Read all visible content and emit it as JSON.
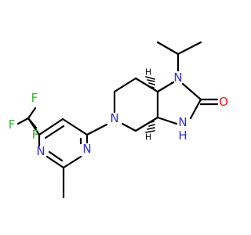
{
  "structure": {
    "colors": {
      "carbon": "#000000",
      "nitrogen": "#2a30e0",
      "oxygen": "#ff1010",
      "fluorine": "#2db82d"
    },
    "atoms": {
      "f_top": "F",
      "f_left": "F",
      "f_right": "F",
      "n_pyr_upper": "N",
      "n_pyr_lower": "N",
      "n_ring": "N",
      "n_iso": "N",
      "n_amide": "N",
      "h_amide": "H",
      "o_carbonyl": "O",
      "h_stereo_top": "H",
      "h_stereo_bottom": "H"
    }
  }
}
